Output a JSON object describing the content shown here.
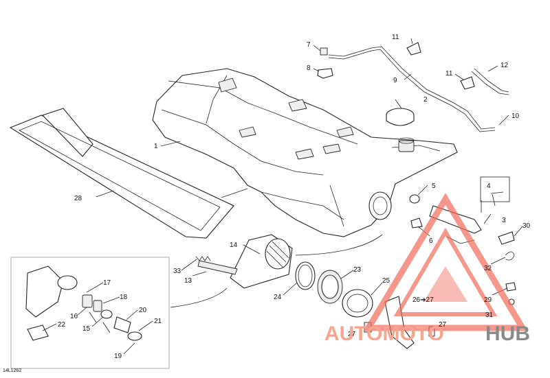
{
  "diagram": {
    "ref_code": "14L1262",
    "callouts": {
      "c1": "1",
      "c2": "2",
      "c3": "3",
      "c4": "4",
      "c5": "5",
      "c6": "6",
      "c7": "7",
      "c8": "8",
      "c9": "9",
      "c10": "10",
      "c11a": "11",
      "c11b": "11",
      "c12": "12",
      "c13": "13",
      "c14": "14",
      "c15": "15",
      "c16": "16",
      "c17": "17",
      "c18": "18",
      "c19": "19",
      "c20": "20",
      "c21": "21",
      "c22": "22",
      "c23": "23",
      "c24": "24",
      "c25": "25",
      "c26": "26➔27",
      "c27a": "27",
      "c27b": "27",
      "c28": "28",
      "c29": "29",
      "c30": "30",
      "c31": "31",
      "c32": "32",
      "c33": "33"
    }
  },
  "watermark": {
    "part1": "AUTOMOTO",
    "part2": "HUB",
    "colors": {
      "triangle": "#f26b5a",
      "text_auto": "#f7a58f",
      "text_hub": "#8a8a8a"
    }
  }
}
